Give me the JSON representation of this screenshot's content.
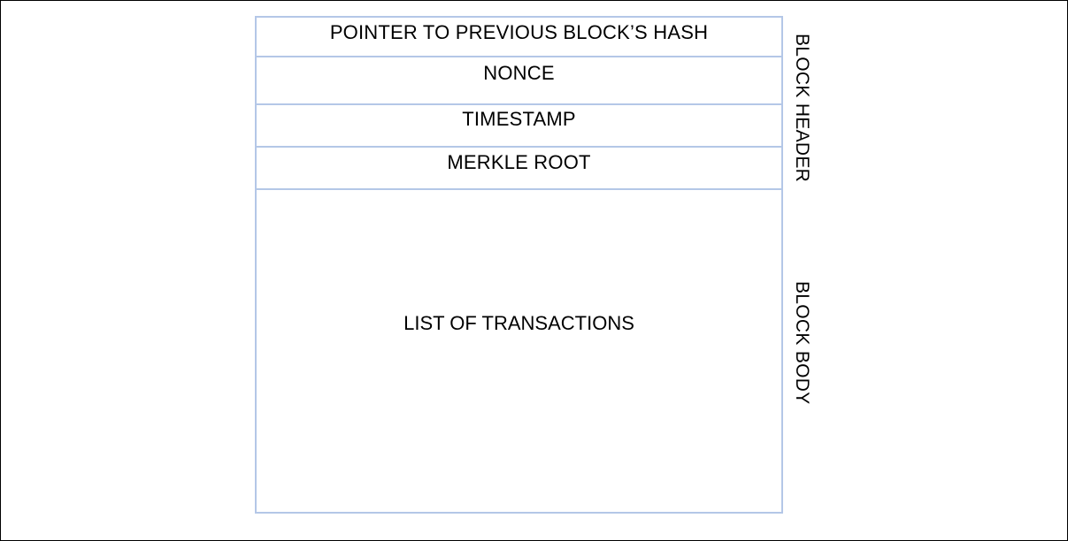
{
  "diagram": {
    "fields": [
      {
        "label": "POINTER TO PREVIOUS BLOCK’S HASH"
      },
      {
        "label": "NONCE"
      },
      {
        "label": "TIMESTAMP"
      },
      {
        "label": "MERKLE ROOT"
      },
      {
        "label": "LIST OF TRANSACTIONS"
      }
    ],
    "side_labels": {
      "header": "BLOCK HEADER",
      "body": "BLOCK BODY"
    },
    "colors": {
      "box_border": "#b4c7e7",
      "frame_border": "#000000",
      "text": "#000000"
    }
  }
}
